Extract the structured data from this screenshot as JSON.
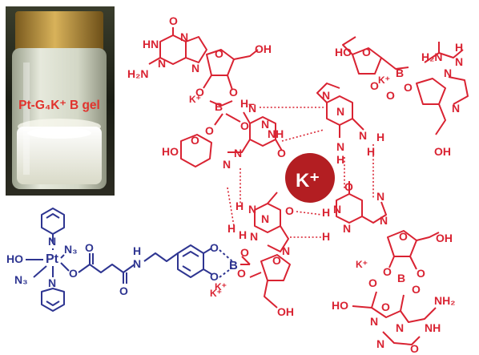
{
  "photo": {
    "label": "Pt-G₄K⁺ B gel",
    "colors": {
      "cap": "#b58a3a",
      "glass": "#d9dccf",
      "gel": "#f2f2e8",
      "background": "#1a1d14"
    }
  },
  "center_ion": {
    "label": "K⁺",
    "color": "#b31e22"
  },
  "atoms": {
    "K_plus": "K⁺",
    "N": "N",
    "NH": "NH",
    "HN": "HN",
    "H": "H",
    "O": "O",
    "B": "B",
    "OH": "OH",
    "HO": "HO",
    "H2N": "H₂N",
    "NH2": "NH₂",
    "H_minus": "H–",
    "minus_H": "–H"
  },
  "drug": {
    "Pt": "Pt",
    "N3": "N₃",
    "N": "N",
    "HO": "HO",
    "O": "O",
    "H": "H",
    "N_amide": "N",
    "B": "B",
    "K_plus": "K⁺"
  },
  "colors": {
    "quartet": "#d92332",
    "drug": "#2e3591"
  }
}
